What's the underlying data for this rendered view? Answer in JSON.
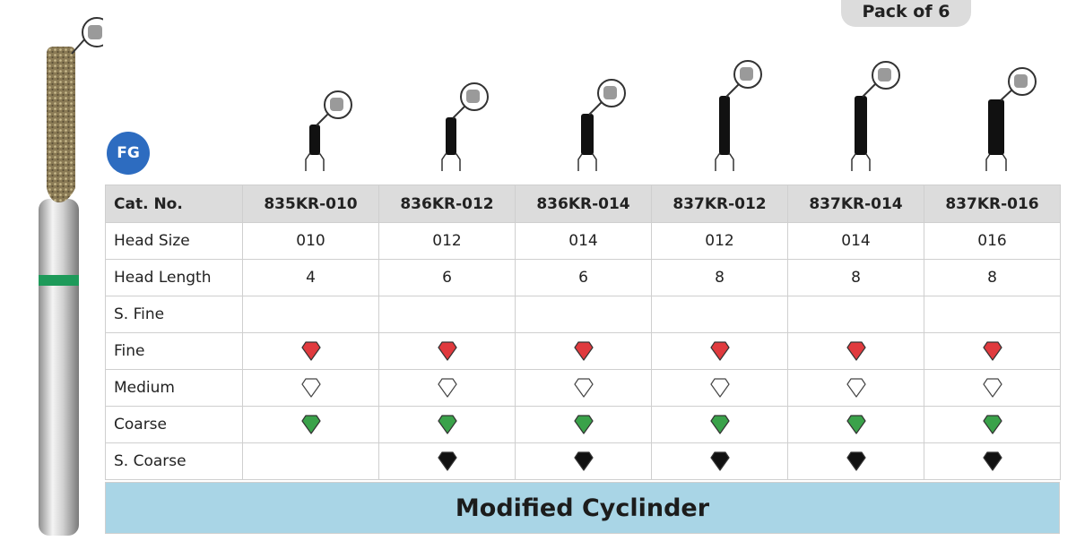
{
  "pack_label": "Pack of 6",
  "system_badge": "FG",
  "table": {
    "header_label": "Cat. No.",
    "columns": [
      "835KR-010",
      "836KR-012",
      "836KR-014",
      "837KR-012",
      "837KR-014",
      "837KR-016"
    ],
    "rows": [
      {
        "label": "Head Size",
        "type": "text",
        "values": [
          "010",
          "012",
          "014",
          "012",
          "014",
          "016"
        ]
      },
      {
        "label": "Head Length",
        "type": "text",
        "values": [
          "4",
          "6",
          "6",
          "8",
          "8",
          "8"
        ]
      },
      {
        "label": "S. Fine",
        "type": "gem",
        "icon": "",
        "values": [
          false,
          false,
          false,
          false,
          false,
          false
        ]
      },
      {
        "label": "Fine",
        "type": "gem",
        "icon": "red-diamond-icon",
        "color": "#e03a3e",
        "values": [
          true,
          true,
          true,
          true,
          true,
          true
        ]
      },
      {
        "label": "Medium",
        "type": "gem",
        "icon": "white-diamond-icon",
        "color": "#ffffff",
        "values": [
          true,
          true,
          true,
          true,
          true,
          true
        ]
      },
      {
        "label": "Coarse",
        "type": "gem",
        "icon": "green-diamond-icon",
        "color": "#3aa24a",
        "values": [
          true,
          true,
          true,
          true,
          true,
          true
        ]
      },
      {
        "label": "S. Coarse",
        "type": "gem",
        "icon": "black-diamond-icon",
        "color": "#111111",
        "values": [
          false,
          true,
          true,
          true,
          true,
          true
        ]
      }
    ]
  },
  "footer_title": "Modified Cyclinder",
  "colors": {
    "header_bg": "#dcdcdc",
    "footer_bg": "#a9d5e6",
    "badge_blue": "#2d6cc0",
    "band_green": "#1e9a5a"
  }
}
